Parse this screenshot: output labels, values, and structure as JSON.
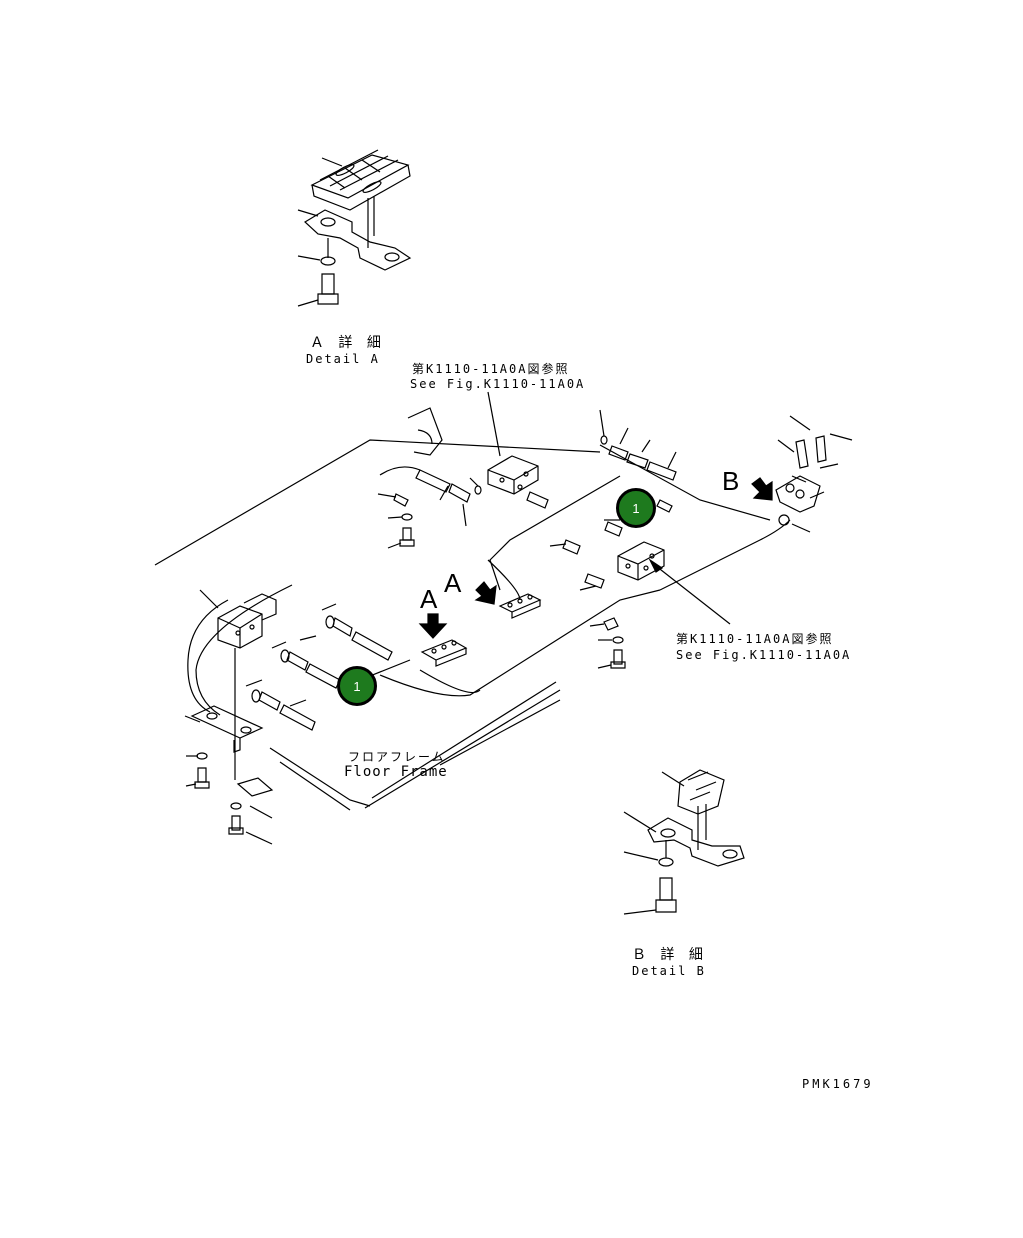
{
  "labels": {
    "detail_a_jp": "Ａ 詳 細",
    "detail_a_en": "Detail A",
    "ref_top_jp": "第K1110-11A0A図参照",
    "ref_top_en": "See Fig.K1110-11A0A",
    "ref_right_jp": "第K1110-11A0A図参照",
    "ref_right_en": "See Fig.K1110-11A0A",
    "floor_frame_jp": "フロアフレーム",
    "floor_frame_en": "Floor Frame",
    "detail_b_jp": "Ｂ 詳 細",
    "detail_b_en": "Detail B",
    "view_a_1": "A",
    "view_a_2": "A",
    "view_b": "B",
    "drawing_code": "PMK1679"
  },
  "callouts": [
    {
      "number": "1"
    },
    {
      "number": "1"
    }
  ],
  "colors": {
    "callout_fill": "#1e7a1e",
    "line": "#000000"
  }
}
